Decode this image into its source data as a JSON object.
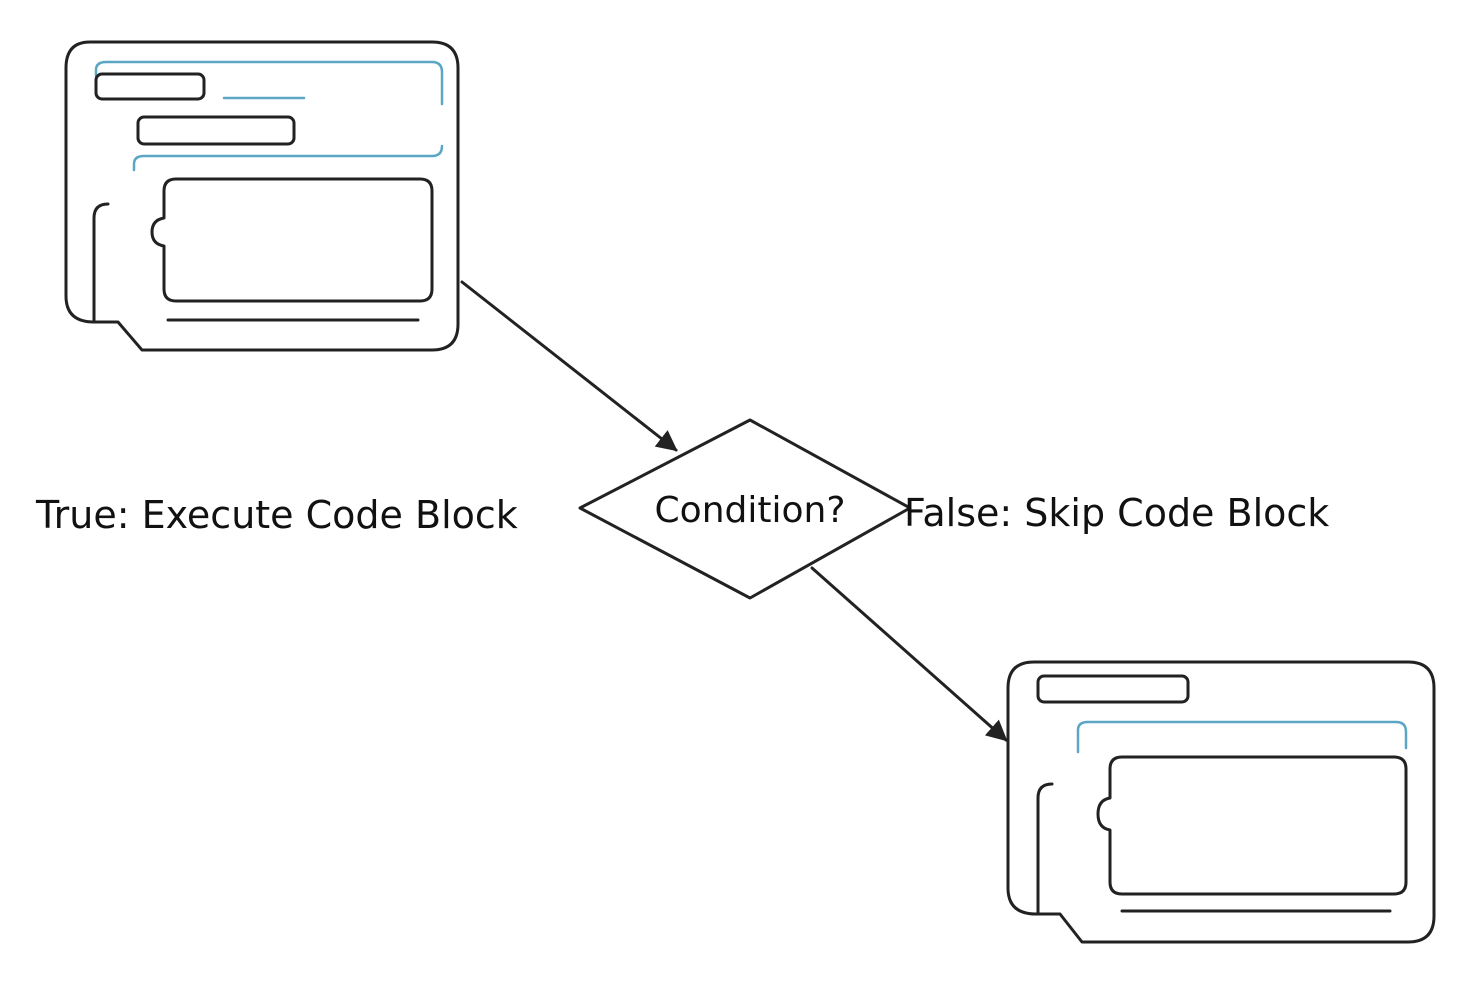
{
  "decision": {
    "label": "Condition?"
  },
  "branches": {
    "true_label": "True: Execute Code Block",
    "false_label": "False: Skip Code Block"
  },
  "icons": {
    "top": "code-window-icon",
    "bottom": "code-window-icon"
  },
  "colors": {
    "stroke": "#222222",
    "accent": "#5aa6c4",
    "background": "#ffffff"
  }
}
